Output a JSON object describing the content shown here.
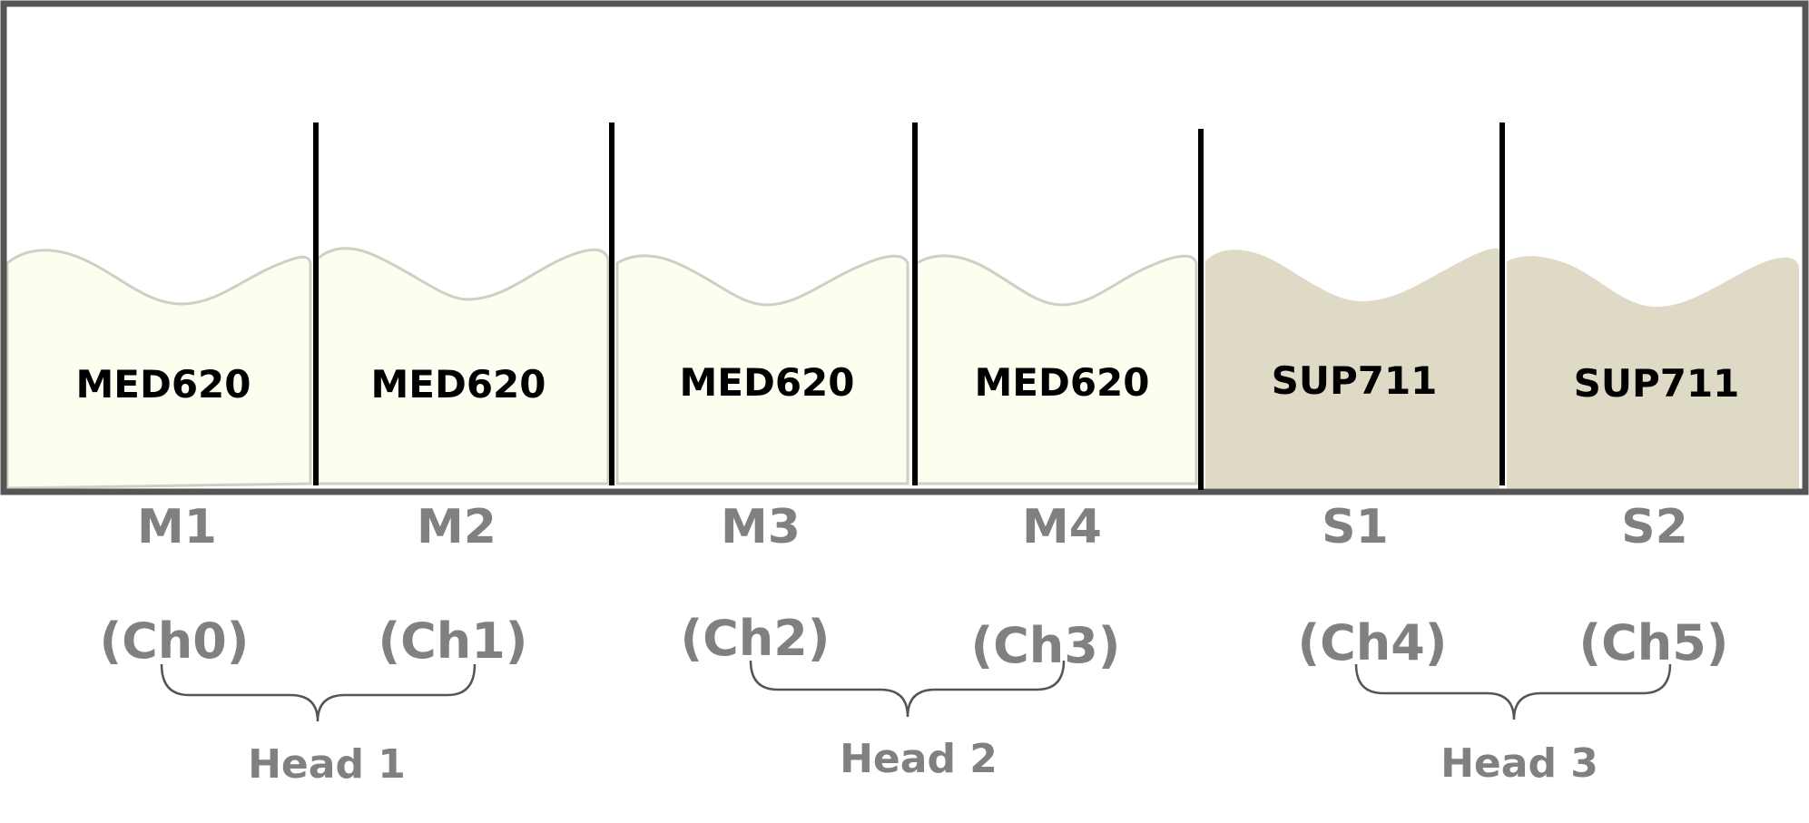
{
  "colors": {
    "frame": "#555555",
    "divider": "#000000",
    "med620_fill": "#fefef0",
    "med620_outline": "#cfcfc4",
    "sup711_fill": "#dedac6",
    "label_gray": "#808080",
    "brace": "#555555"
  },
  "bins": [
    {
      "material": "MED620",
      "slot": "M1",
      "channel": "(Ch0)",
      "kind": "model"
    },
    {
      "material": "MED620",
      "slot": "M2",
      "channel": "(Ch1)",
      "kind": "model"
    },
    {
      "material": "MED620",
      "slot": "M3",
      "channel": "(Ch2)",
      "kind": "model"
    },
    {
      "material": "MED620",
      "slot": "M4",
      "channel": "(Ch3)",
      "kind": "model"
    },
    {
      "material": "SUP711",
      "slot": "S1",
      "channel": "(Ch4)",
      "kind": "support"
    },
    {
      "material": "SUP711",
      "slot": "S2",
      "channel": "(Ch5)",
      "kind": "support"
    }
  ],
  "heads": [
    {
      "label": "Head 1",
      "channels": [
        0,
        1
      ]
    },
    {
      "label": "Head 2",
      "channels": [
        2,
        3
      ]
    },
    {
      "label": "Head 3",
      "channels": [
        4,
        5
      ]
    }
  ]
}
